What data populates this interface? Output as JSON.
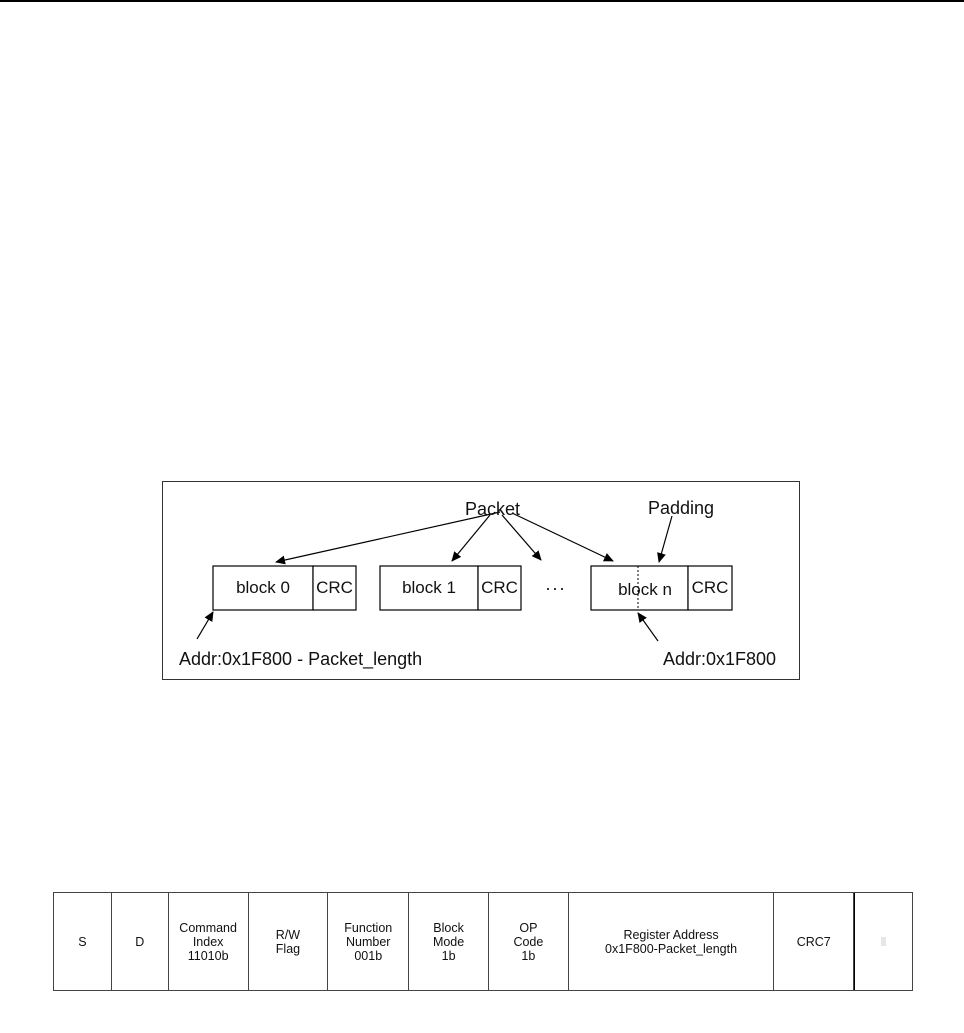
{
  "packet_figure": {
    "packet_label": "Packet",
    "padding_label": "Padding",
    "blocks": [
      {
        "label": "block 0",
        "crc": "CRC"
      },
      {
        "label": "block 1",
        "crc": "CRC"
      },
      {
        "label": "block n",
        "crc": "CRC"
      }
    ],
    "ellipsis": "···",
    "start_address": "Addr:0x1F800 - Packet_length",
    "end_address": "Addr:0x1F800"
  },
  "command_frame": {
    "fields": [
      {
        "text": "S"
      },
      {
        "text": "D"
      },
      {
        "text": "Command\nIndex\n11010b"
      },
      {
        "text": "R/W\nFlag"
      },
      {
        "text": "Function\nNumber\n001b"
      },
      {
        "text": "Block\nMode\n1b"
      },
      {
        "text": "OP\nCode\n1b"
      },
      {
        "text": "Register Address\n0x1F800-Packet_length"
      },
      {
        "text": "CRC7"
      },
      {
        "text": ""
      }
    ]
  }
}
